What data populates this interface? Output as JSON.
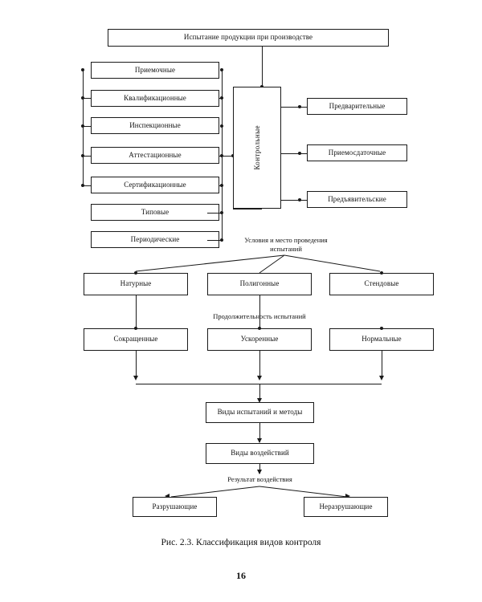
{
  "page": {
    "number": "16",
    "caption": "Рис. 2.3. Классификация видов контроля",
    "background_color": "#ffffff",
    "line_color": "#1a1a1a"
  },
  "diagram": {
    "root": {
      "label": "Испытание продукции при производстве"
    },
    "left_column": {
      "items": [
        {
          "label": "Приемочные"
        },
        {
          "label": "Квалификационные"
        },
        {
          "label": "Инспекционные"
        },
        {
          "label": "Аттестационные"
        },
        {
          "label": "Сертификационные"
        },
        {
          "label": "Типовые"
        },
        {
          "label": "Периодические"
        }
      ]
    },
    "center_vertical": {
      "label": "Контрольные"
    },
    "right_column": {
      "items": [
        {
          "label": "Предварительные"
        },
        {
          "label": "Приемосдаточные"
        },
        {
          "label": "Предъявительские"
        }
      ]
    },
    "conditions_group": {
      "label_line1": "Условия и место проведения",
      "label_line2": "испытаний",
      "items": [
        {
          "label": "Натурные"
        },
        {
          "label": "Полигонные"
        },
        {
          "label": "Стендовые"
        }
      ]
    },
    "duration_group": {
      "label": "Продолжительность испытаний",
      "items": [
        {
          "label": "Сокращенные"
        },
        {
          "label": "Ускоренные"
        },
        {
          "label": "Нормальные"
        }
      ]
    },
    "types_methods": {
      "label": "Виды испытаний и методы"
    },
    "impact_types": {
      "label": "Виды воздействий"
    },
    "impact_result": {
      "label": "Результат воздействия",
      "items": [
        {
          "label": "Разрушающие"
        },
        {
          "label": "Неразрушающие"
        }
      ]
    }
  }
}
